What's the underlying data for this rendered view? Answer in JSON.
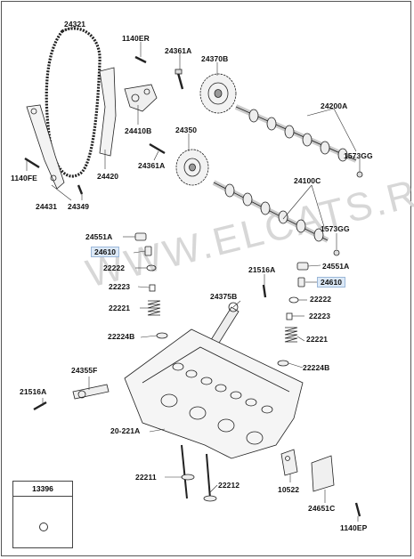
{
  "watermark": "WWW.ELCATS.RU",
  "inset": {
    "label": "13396",
    "icon": "clip-icon"
  },
  "labels": {
    "p24321": "24321",
    "p1140ER": "1140ER",
    "p24361A_top": "24361A",
    "p24370B": "24370B",
    "p24200A": "24200A",
    "p1573GG_top": "1573GG",
    "p24410B": "24410B",
    "p24350": "24350",
    "p24361A_mid": "24361A",
    "p1140FE": "1140FE",
    "p24420": "24420",
    "p24100C": "24100C",
    "p24431": "24431",
    "p24349": "24349",
    "p1573GG_bot": "1573GG",
    "p24551A_left": "24551A",
    "p24610_left": "24610",
    "p22222_left": "22222",
    "p21516A_right": "21516A",
    "p24551A_right": "24551A",
    "p22223_left": "22223",
    "p24610_right": "24610",
    "p24375B": "24375B",
    "p22222_right": "22222",
    "p22221_left": "22221",
    "p22223_right": "22223",
    "p22224B_left": "22224B",
    "p22221_right": "22221",
    "p24355F": "24355F",
    "p22224B_right": "22224B",
    "p21516A_left": "21516A",
    "p20221A": "20-221A",
    "p22211": "22211",
    "p22212": "22212",
    "p10522": "10522",
    "p24651C": "24651C",
    "p1140EP": "1140EP"
  }
}
